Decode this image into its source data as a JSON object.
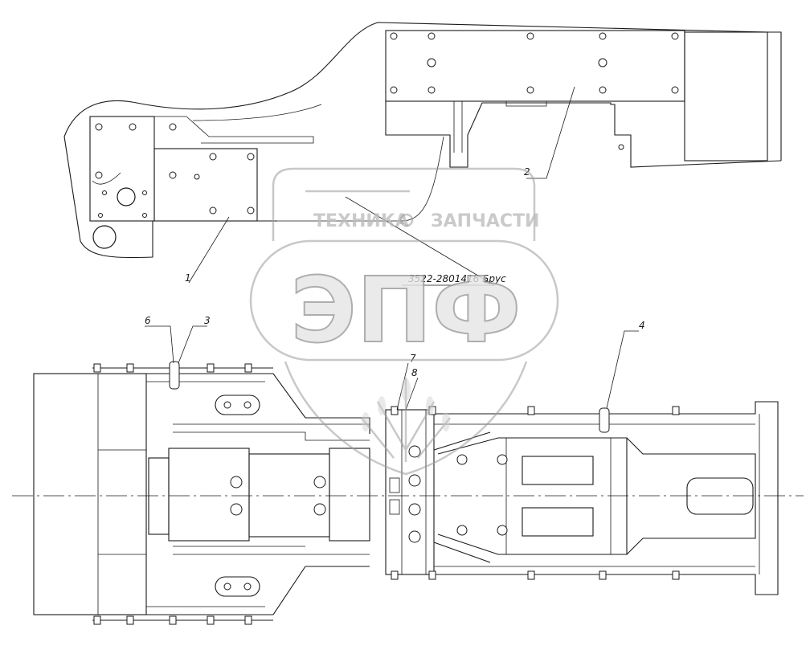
{
  "callouts": {
    "c1": "1",
    "c2": "2",
    "c3": "3",
    "c4": "4",
    "c6": "6",
    "c7": "7",
    "c8": "8",
    "part": "3522-2801416 Брус"
  },
  "watermark": {
    "top_left": "ТЕХНИКА",
    "top_right": "ЗАПЧАСТИ",
    "logo": "ЭПФ",
    "color": "#bdbdbd"
  },
  "colors": {
    "line": "#1a1a1a",
    "background": "#ffffff"
  }
}
